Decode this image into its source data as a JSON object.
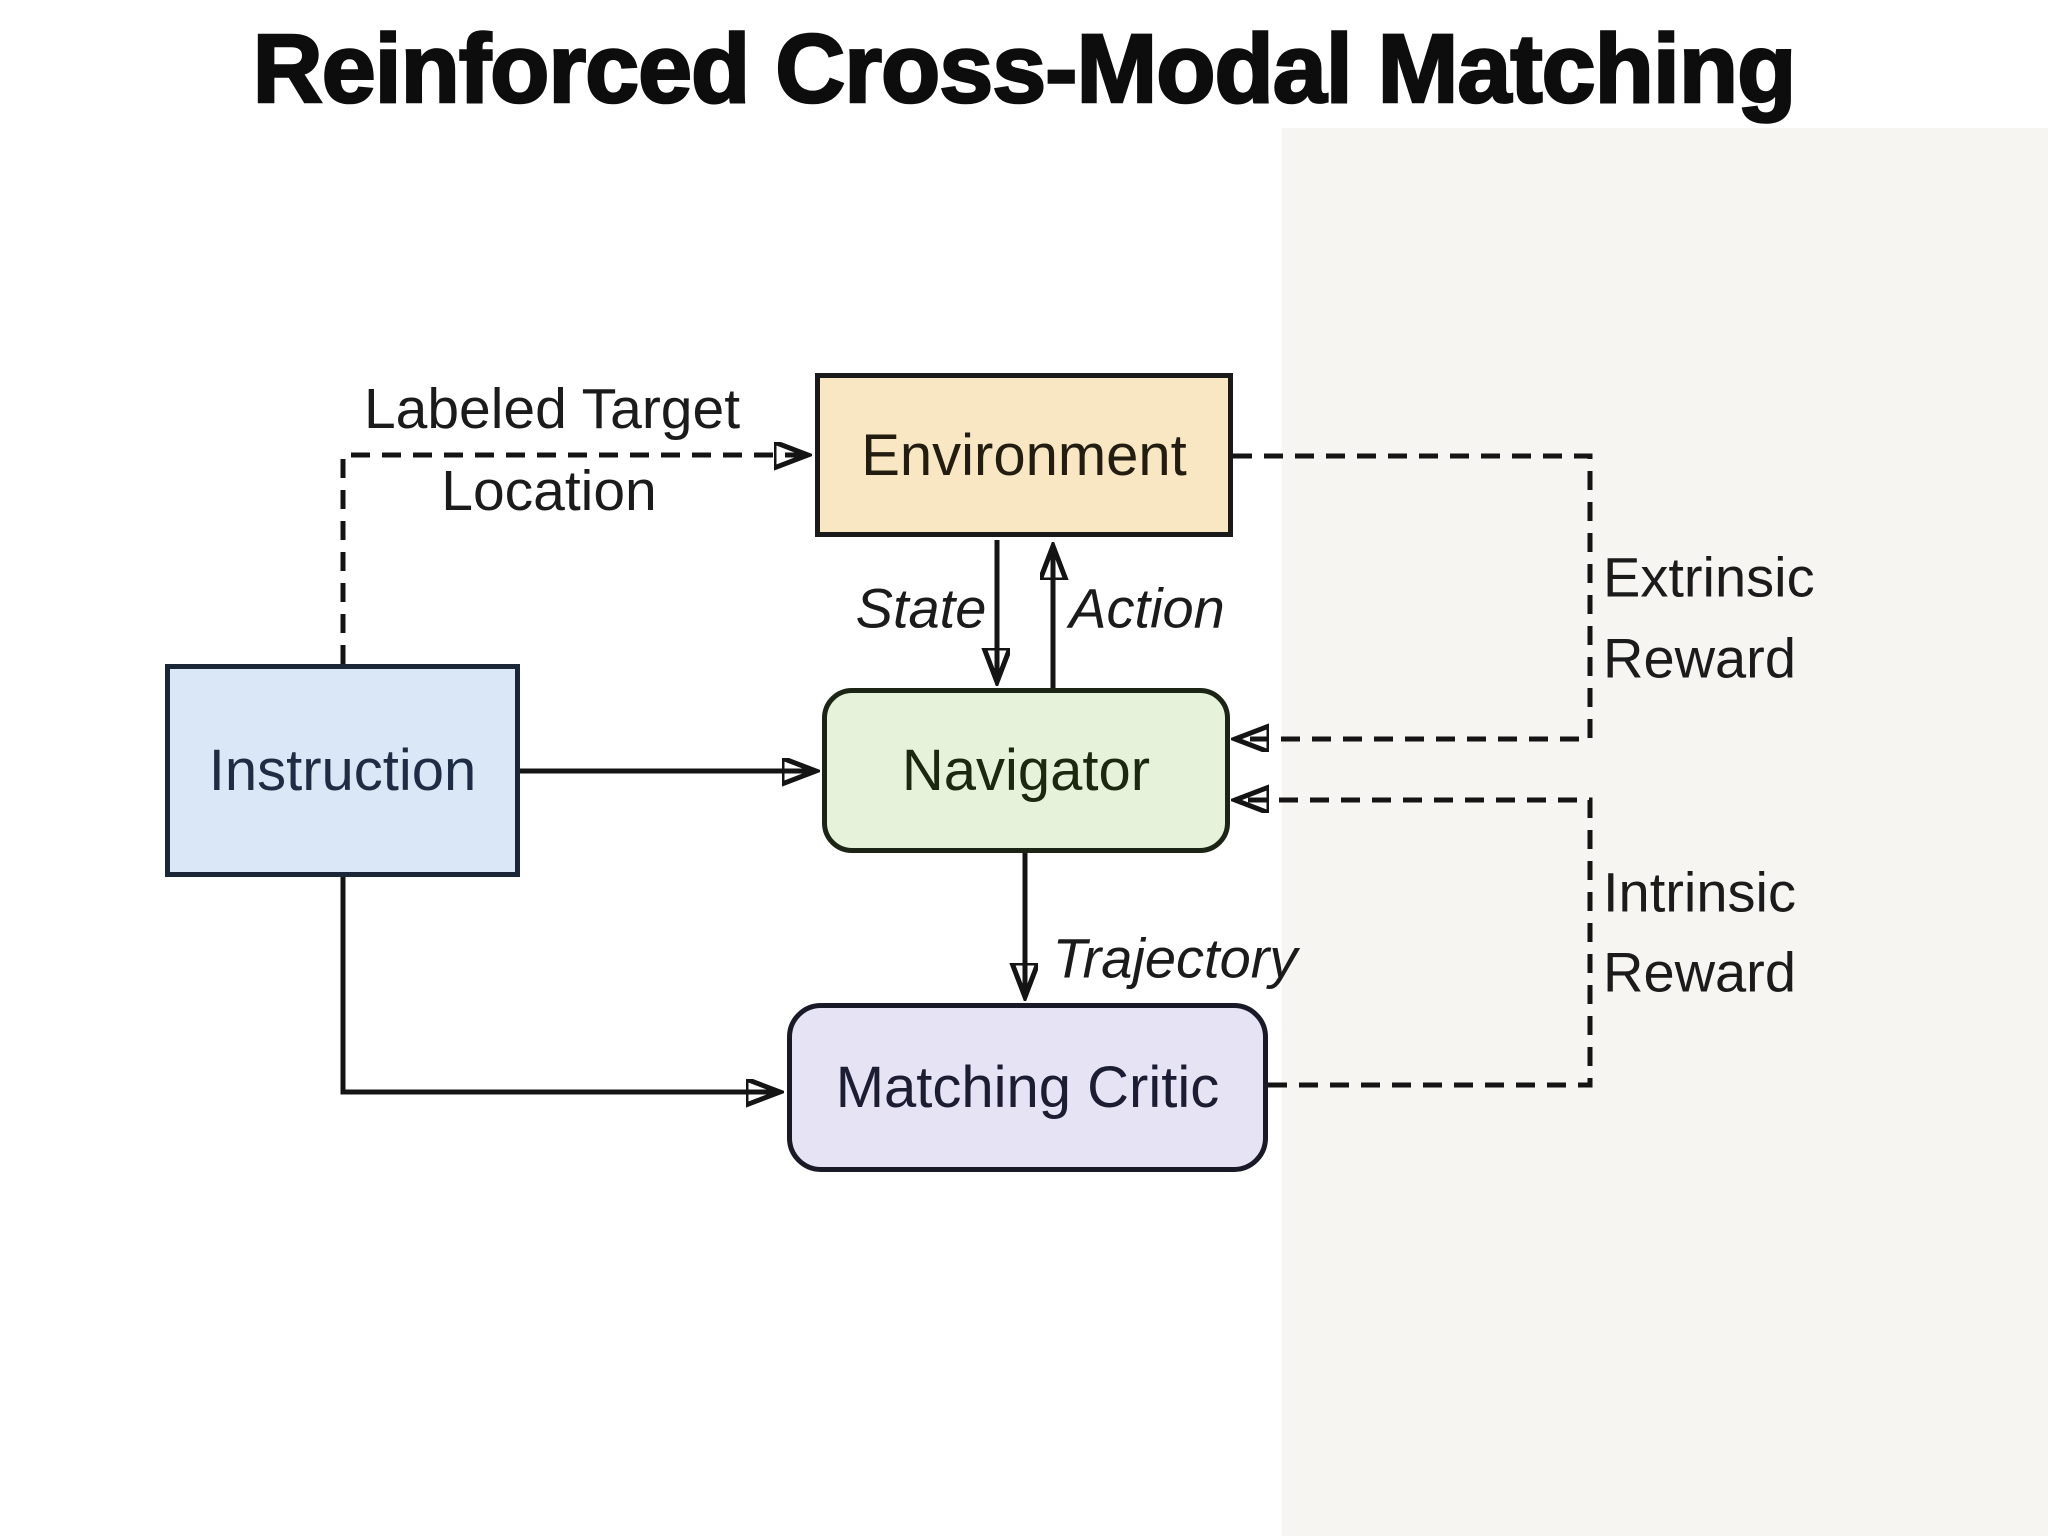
{
  "title": "Reinforced Cross-Modal Matching",
  "nodes": {
    "environment": {
      "label": "Environment",
      "fill": "#F8E7C2",
      "border": "#1a1a1a",
      "text": "#231c10"
    },
    "instruction": {
      "label": "Instruction",
      "fill": "#D9E7F6",
      "border": "#1b2637",
      "text": "#1e2c44"
    },
    "navigator": {
      "label": "Navigator",
      "fill": "#E6F3DA",
      "border": "#1c2415",
      "text": "#1d290f"
    },
    "matching_critic": {
      "label": "Matching Critic",
      "fill": "#E5E3F4",
      "border": "#191927",
      "text": "#1c1c33"
    }
  },
  "annotations": {
    "labeled_target": {
      "line1": "Labeled Target",
      "line2": "Location"
    },
    "state": "State",
    "action": "Action",
    "trajectory": "Trajectory",
    "extrinsic": {
      "line1": "Extrinsic",
      "line2": "Reward"
    },
    "intrinsic": {
      "line1": "Intrinsic",
      "line2": "Reward"
    }
  },
  "edges": [
    {
      "from": "Instruction",
      "to": "Environment",
      "style": "dashed",
      "label": "Labeled Target Location"
    },
    {
      "from": "Environment",
      "to": "Navigator",
      "style": "solid",
      "label": "State"
    },
    {
      "from": "Navigator",
      "to": "Environment",
      "style": "solid",
      "label": "Action"
    },
    {
      "from": "Instruction",
      "to": "Navigator",
      "style": "solid",
      "label": ""
    },
    {
      "from": "Instruction",
      "to": "Matching Critic",
      "style": "solid",
      "label": ""
    },
    {
      "from": "Navigator",
      "to": "Matching Critic",
      "style": "solid",
      "label": "Trajectory"
    },
    {
      "from": "Environment",
      "to": "Navigator",
      "style": "dashed",
      "label": "Extrinsic Reward"
    },
    {
      "from": "Matching Critic",
      "to": "Navigator",
      "style": "dashed",
      "label": "Intrinsic Reward"
    }
  ],
  "colors": {
    "background": "#ffffff",
    "right_panel_tint": "#f6f5f2",
    "line": "#141414",
    "title_text": "#0d0d0d",
    "annotation_text": "#1b1b1b"
  }
}
